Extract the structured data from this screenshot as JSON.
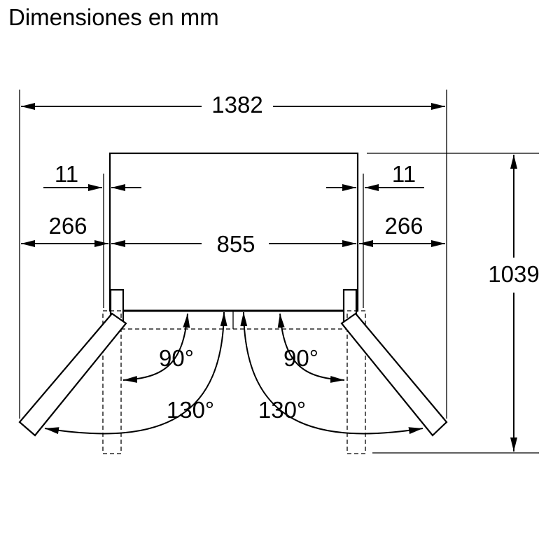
{
  "title": "Dimensiones en mm",
  "dimensions": {
    "total_width_doors_open": "1382",
    "side_gap_left": "11",
    "side_gap_right": "11",
    "door_swing_left": "266",
    "door_swing_right": "266",
    "appliance_width": "855",
    "depth_doors_open": "1039"
  },
  "angles": {
    "left_inner": "90°",
    "right_inner": "90°",
    "left_outer": "130°",
    "right_outer": "130°"
  }
}
